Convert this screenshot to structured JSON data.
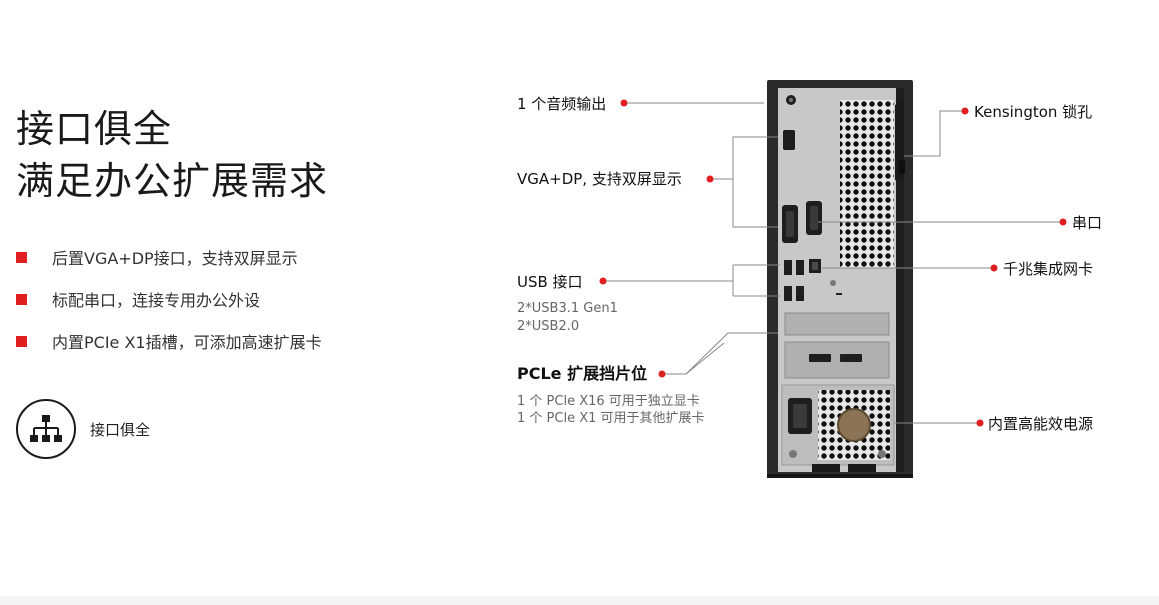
{
  "colors": {
    "accent": "#e02020",
    "text": "#222222",
    "tower": "#2a2a2a",
    "panel": "#c8c8c8"
  },
  "hero": {
    "line1": "接口俱全",
    "line2": "满足办公扩展需求"
  },
  "features": [
    {
      "text": "后置VGA+DP接口，支持双屏显示"
    },
    {
      "text": "标配串口，连接专用办公外设"
    },
    {
      "text": "内置PCIe X1插槽，可添加高速扩展卡"
    }
  ],
  "badge": {
    "icon": "network-hierarchy-icon",
    "label": "接口俱全"
  },
  "diagram": {
    "audio": "1 个音频输出",
    "vga_dp": "VGA+DP, 支持双屏显示",
    "usb": "USB 接口",
    "usb_detail1": "2*USB3.1 Gen1",
    "usb_detail2": "2*USB2.0",
    "pcie": "PCLe 扩展挡片位",
    "pcie_detail1": "1 个 PCle  X16 可用于独立显卡",
    "pcie_detail2": "1 个 PCle  X1 可用于其他扩展卡",
    "kensington": "Kensington 锁孔",
    "serial": "串口",
    "lan": "千兆集成网卡",
    "psu": "内置高能效电源"
  }
}
